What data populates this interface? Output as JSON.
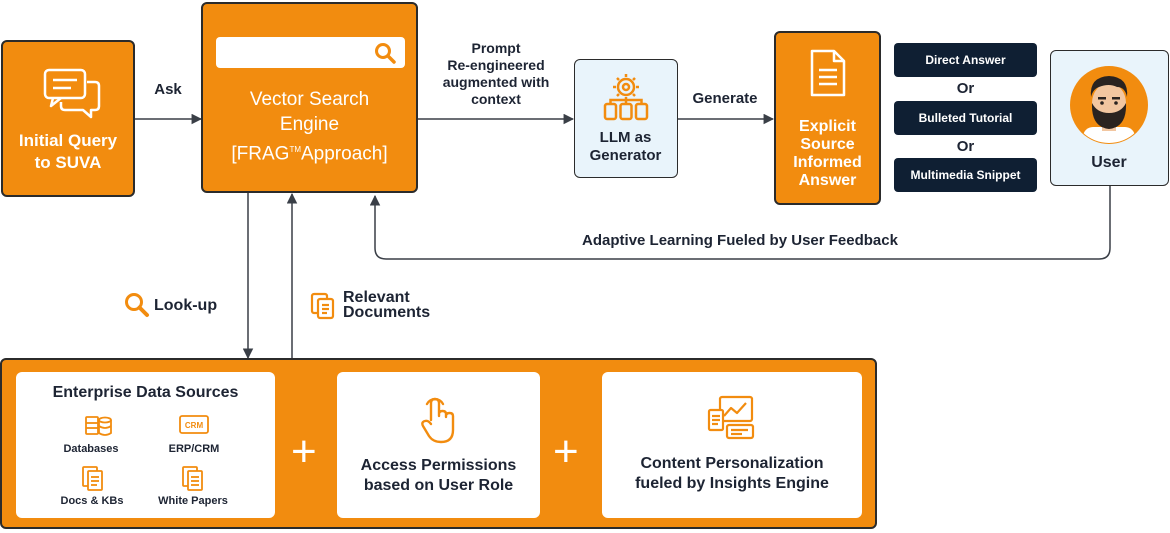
{
  "initial_query": {
    "line1": "Initial Query",
    "line2": "to SUVA"
  },
  "ask_label": "Ask",
  "vector_engine": {
    "line1": "Vector Search",
    "line2": "Engine",
    "line3_pre": "[FRAG",
    "tm": "TM",
    "line3_post": "Approach]"
  },
  "prompt_label": {
    "line1": "Prompt",
    "line2": "Re-engineered",
    "line3": "augmented with",
    "line4": "context"
  },
  "llm": {
    "line1": "LLM as",
    "line2": "Generator"
  },
  "generate_label": "Generate",
  "explicit_answer": {
    "line1": "Explicit",
    "line2": "Source",
    "line3": "Informed",
    "line4": "Answer"
  },
  "answer_types": {
    "direct": "Direct Answer",
    "or1": "Or",
    "bulleted": "Bulleted Tutorial",
    "or2": "Or",
    "multimedia": "Multimedia Snippet"
  },
  "user_label": "User",
  "feedback_label": "Adaptive Learning Fueled by User Feedback",
  "lookup_label": "Look-up",
  "relevant_docs": {
    "line1": "Relevant",
    "line2": "Documents"
  },
  "enterprise": {
    "title": "Enterprise Data Sources",
    "databases": "Databases",
    "erp": "ERP/CRM",
    "crm_badge": "CRM",
    "docs": "Docs & KBs",
    "white_papers": "White Papers"
  },
  "plus1": "+",
  "plus2": "+",
  "access": {
    "line1": "Access Permissions",
    "line2": "based on User Role"
  },
  "content": {
    "line1": "Content Personalization",
    "line2": "fueled by Insights Engine"
  },
  "colors": {
    "orange": "#f28c0f",
    "navy": "#0f1f33",
    "light_blue": "#e9f4fb",
    "line": "#3a3f47"
  }
}
